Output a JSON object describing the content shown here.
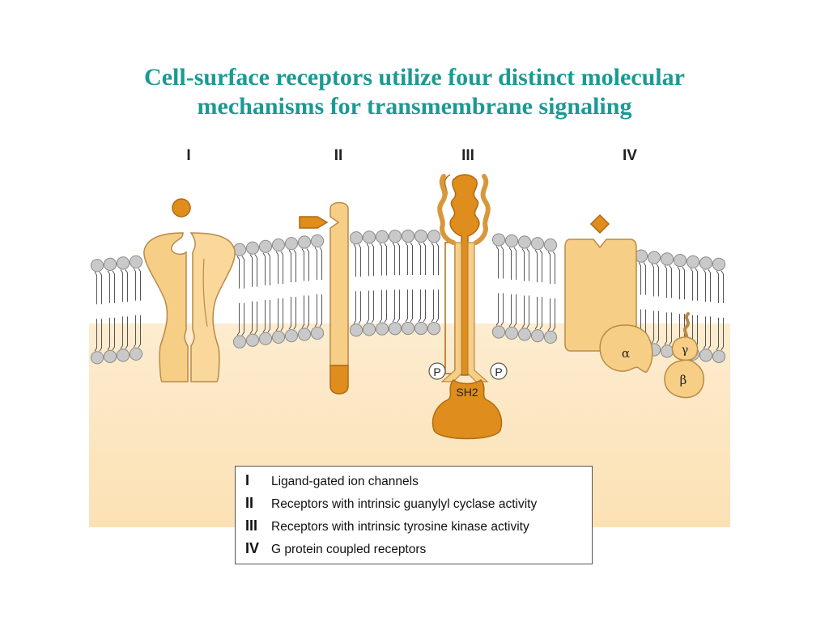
{
  "title": {
    "line1": "Cell-surface receptors utilize four distinct molecular",
    "line2": "mechanisms for transmembrane signaling"
  },
  "receptors": [
    {
      "numeral": "I"
    },
    {
      "numeral": "II"
    },
    {
      "numeral": "III",
      "labels": {
        "phospho_left": "P",
        "phospho_right": "P",
        "domain": "SH2"
      }
    },
    {
      "numeral": "IV",
      "subunits": {
        "alpha": "α",
        "beta": "β",
        "gamma": "γ"
      }
    }
  ],
  "legend": [
    {
      "numeral": "I",
      "text": "Ligand-gated ion channels"
    },
    {
      "numeral": "II",
      "text": "Receptors with intrinsic guanylyl cyclase activity"
    },
    {
      "numeral": "III",
      "text": "Receptors with intrinsic tyrosine kinase activity"
    },
    {
      "numeral": "IV",
      "text": "G protein coupled receptors"
    }
  ],
  "colors": {
    "title": "#1a9a93",
    "cytoplasm": "#fde8c4",
    "lipid_head": "#c9c9c9",
    "protein_light": "#f7ce86",
    "protein_dark": "#df8d1d"
  }
}
